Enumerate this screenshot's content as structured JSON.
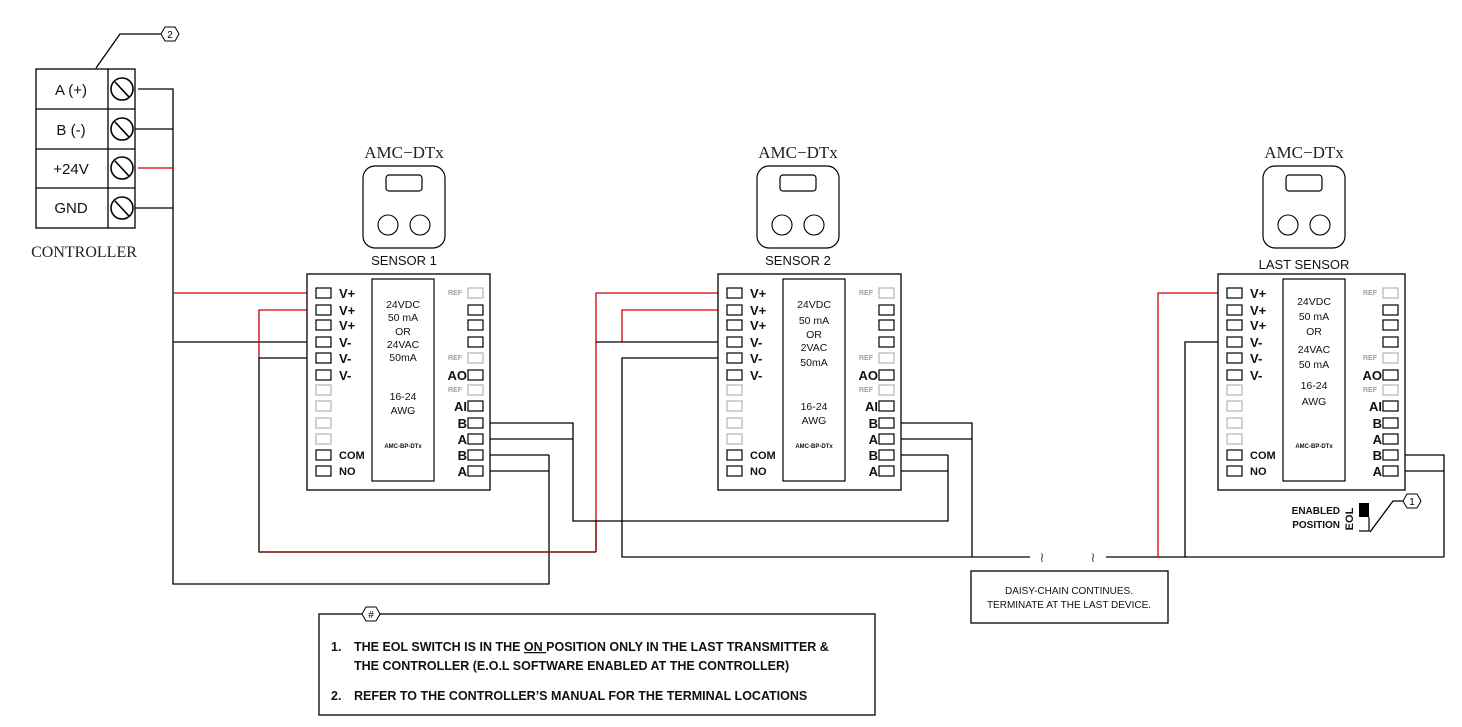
{
  "controller": {
    "label": "CONTROLLER",
    "callout": "2",
    "terminals": [
      "A (+)",
      "B (-)",
      "+24V",
      "GND"
    ]
  },
  "sensors": [
    {
      "model": "AMC−DTx",
      "name": "SENSOR 1",
      "left_labels": [
        "V+",
        "V+",
        "V+",
        "V-",
        "V-",
        "V-",
        "",
        "",
        "",
        "",
        "COM",
        "NO"
      ],
      "right_labels": [
        "REF",
        "",
        "",
        "",
        "REF",
        "AO",
        "REF",
        "AI",
        "B",
        "A",
        "B",
        "A"
      ],
      "center_lines": [
        "24VDC",
        "50 mA",
        "OR",
        "24VAC",
        "50mA",
        "",
        "16-24",
        "AWG"
      ],
      "part_number": "AMC-BP-DTx"
    },
    {
      "model": "AMC−DTx",
      "name": "SENSOR 2",
      "left_labels": [
        "V+",
        "V+",
        "V+",
        "V-",
        "V-",
        "V-",
        "",
        "",
        "",
        "",
        "COM",
        "NO"
      ],
      "right_labels": [
        "REF",
        "",
        "",
        "",
        "REF",
        "AO",
        "REF",
        "AI",
        "B",
        "A",
        "B",
        "A"
      ],
      "center_lines": [
        "24VDC",
        "50 mA",
        "OR",
        "2VAC",
        "50mA",
        "",
        "16-24",
        "AWG"
      ],
      "part_number": "AMC-BP-DTx"
    },
    {
      "model": "AMC−DTx",
      "name": "LAST SENSOR",
      "left_labels": [
        "V+",
        "V+",
        "V+",
        "V-",
        "V-",
        "V-",
        "",
        "",
        "",
        "",
        "COM",
        "NO"
      ],
      "right_labels": [
        "REF",
        "",
        "",
        "",
        "REF",
        "AO",
        "REF",
        "AI",
        "B",
        "A",
        "B",
        "A"
      ],
      "center_lines": [
        "24VDC",
        "50 mA",
        "OR",
        "24VAC",
        "50 mA",
        "16-24",
        "AWG"
      ],
      "part_number": "AMC-BP-DTx"
    }
  ],
  "eol": {
    "line1": "ENABLED",
    "line2": "POSITION",
    "switch_label": "EOL",
    "callout": "1"
  },
  "daisy_chain": {
    "line1": "DAISY-CHAIN CONTINUES.",
    "line2": "TERMINATE AT THE LAST DEVICE."
  },
  "notes": {
    "callout": "#",
    "items": [
      {
        "num": "1.",
        "pre": "THE EOL SWITCH IS IN THE ",
        "emph": "ON ",
        "post": "POSITION ONLY IN THE  LAST TRANSMITTER &",
        "line2": "THE CONTROLLER (E.O.L SOFTWARE ENABLED AT THE CONTROLLER)"
      },
      {
        "num": "2.",
        "text": "REFER TO THE CONTROLLER’S MANUAL FOR THE TERMINAL LOCATIONS"
      }
    ]
  },
  "colors": {
    "power_wire": "#d40000",
    "signal_wire": "#000000"
  }
}
